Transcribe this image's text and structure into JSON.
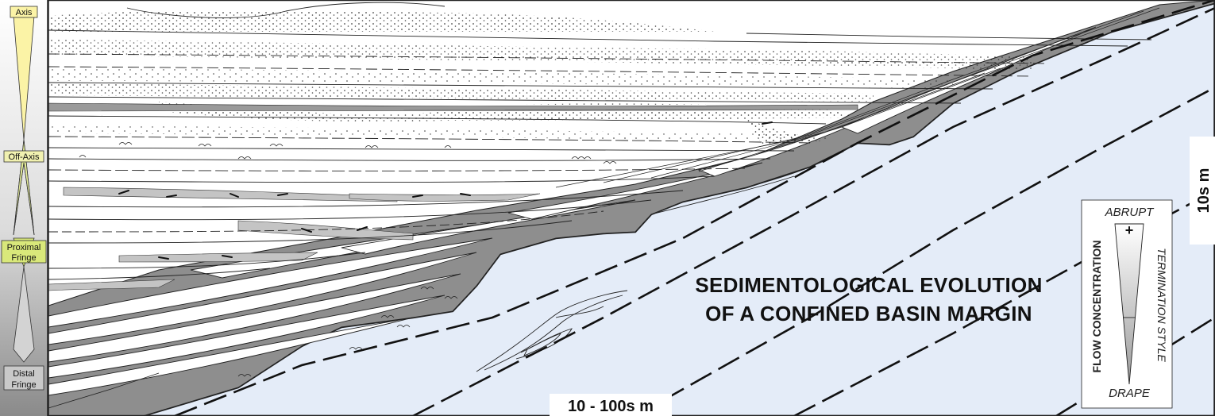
{
  "figure": {
    "title_line1": "SEDIMENTOLOGICAL EVOLUTION",
    "title_line2": "OF A CONFINED BASIN MARGIN",
    "scale_horizontal": "10 - 100s m",
    "scale_vertical": "10s m"
  },
  "environment_column": {
    "labels": [
      {
        "line1": "Axis",
        "line2": ""
      },
      {
        "line1": "Off-Axis",
        "line2": ""
      },
      {
        "line1": "Proximal",
        "line2": "Fringe"
      },
      {
        "line1": "Distal",
        "line2": "Fringe"
      }
    ]
  },
  "legend": {
    "top": "ABRUPT",
    "bottom": "DRAPE",
    "plus": "+",
    "left_label": "FLOW CONCENTRATION",
    "right_label": "TERMINATION STYLE"
  },
  "colors": {
    "basement": "#e4ecf8",
    "dark_bed": "#8e8e8e",
    "light_bed": "#c4c4c4",
    "sand": "#ffffff",
    "column_yellow": "#fbf3a6",
    "column_green": "#d9e87a",
    "column_gray": "#9c9c9c"
  }
}
